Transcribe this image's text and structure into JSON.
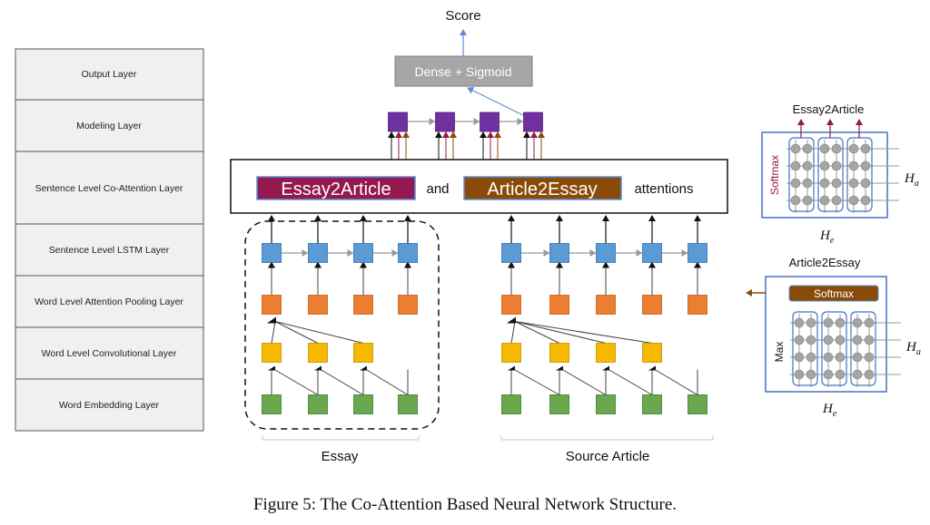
{
  "layers": [
    "Output Layer",
    "Modeling Layer",
    "Sentence Level Co-Attention Layer",
    "Sentence Level LSTM Layer",
    "Word Level Attention Pooling Layer",
    "Word Level Convolutional Layer",
    "Word Embedding Layer"
  ],
  "top": {
    "score": "Score",
    "dense": "Dense + Sigmoid"
  },
  "attention": {
    "essay2article": "Essay2Article",
    "and": "and",
    "article2essay": "Article2Essay",
    "suffix": "attentions"
  },
  "bottom": {
    "essay": "Essay",
    "source": "Source Article"
  },
  "e2a_panel": {
    "title": "Essay2Article",
    "softmax": "Softmax",
    "ha": "H",
    "ha_sub": "a",
    "he": "H",
    "he_sub": "e"
  },
  "a2e_panel": {
    "title": "Article2Essay",
    "softmax": "Softmax",
    "max": "Max",
    "ha": "H",
    "ha_sub": "a",
    "he": "H",
    "he_sub": "e"
  },
  "caption": "Figure 5: The Co-Attention Based Neural Network Structure.",
  "colors": {
    "embedding": "#6aa84f",
    "conv": "#f6b900",
    "pooling": "#ed7d31",
    "lstm": "#5b9bd5",
    "model": "#7030a0",
    "dense": "#a6a6a6",
    "essay2article": "#93194f",
    "article2essay": "#8a4b08",
    "grid": "#9a9a9a",
    "panel": "#4472c4"
  }
}
